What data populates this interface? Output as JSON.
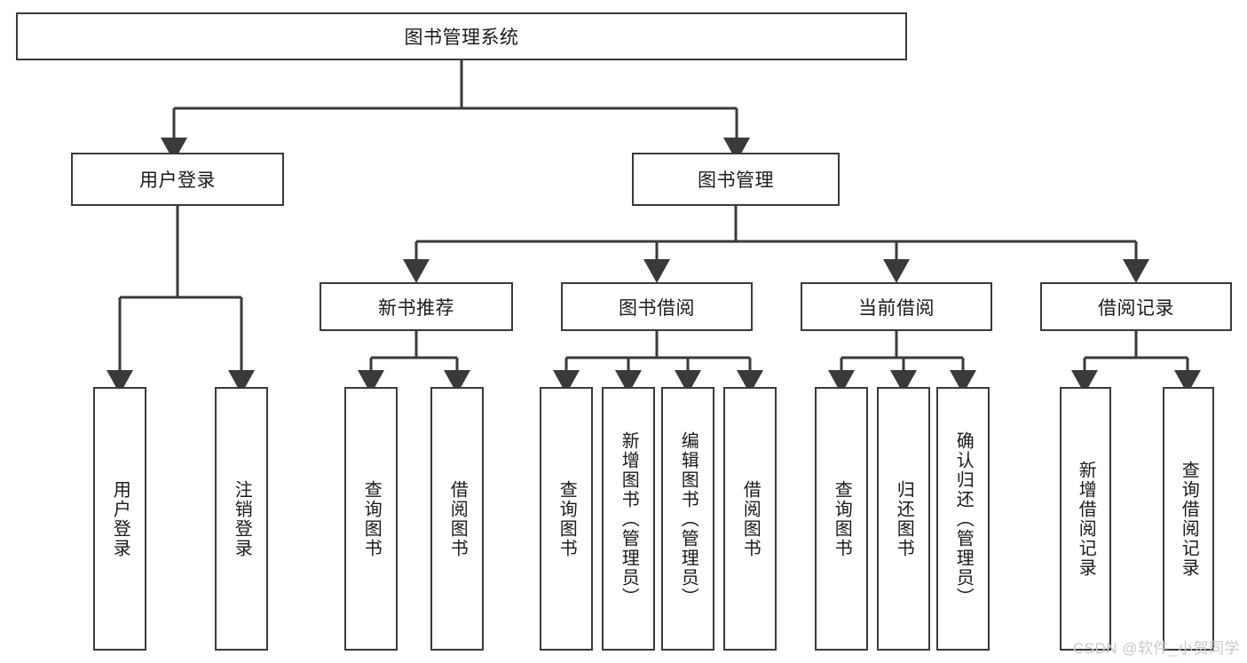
{
  "diagram": {
    "title": "图书管理系统",
    "type": "tree-hierarchy-diagram",
    "edge_color": "#3a3a3a",
    "box_border_color": "#3a3a3a",
    "background_color": "#ffffff",
    "text_color": "#1a1a1a",
    "nodes": {
      "root": {
        "label": "图书管理系统"
      },
      "level2": [
        {
          "label": "用户登录"
        },
        {
          "label": "图书管理"
        }
      ],
      "level3": [
        {
          "label": "新书推荐"
        },
        {
          "label": "图书借阅"
        },
        {
          "label": "当前借阅"
        },
        {
          "label": "借阅记录"
        }
      ],
      "leaves": {
        "user_login": [
          {
            "label": "用户登录"
          },
          {
            "label": "注销登录"
          }
        ],
        "new_book": [
          {
            "label": "查询图书"
          },
          {
            "label": "借阅图书"
          }
        ],
        "book_borrow": [
          {
            "label": "查询图书"
          },
          {
            "label": "新增图书（管理员）"
          },
          {
            "label": "编辑图书（管理员）"
          },
          {
            "label": "借阅图书"
          }
        ],
        "current_borrow": [
          {
            "label": "查询图书"
          },
          {
            "label": "归还图书"
          },
          {
            "label": "确认归还（管理员）"
          }
        ],
        "borrow_record": [
          {
            "label": "新增借阅记录"
          },
          {
            "label": "查询借阅记录"
          }
        ]
      }
    }
  },
  "watermark": {
    "text": "CSDN @软件_小贺同学",
    "color": "#c9c9c9"
  }
}
